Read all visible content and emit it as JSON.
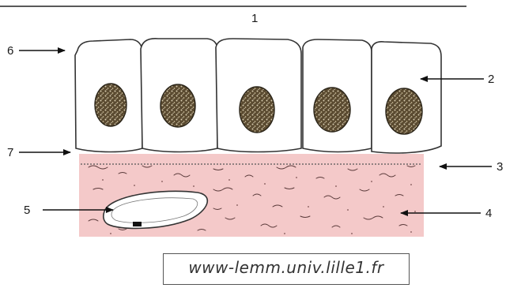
{
  "labels": {
    "l1": "1",
    "l2": "2",
    "l3": "3",
    "l4": "4",
    "l5": "5",
    "l6": "6",
    "l7": "7"
  },
  "credit": "www-lemm.univ.lille1.fr",
  "colors": {
    "connective_tissue": "#f4c9c9",
    "nucleus": "#6b5a3a",
    "cell_fill": "#ffffff",
    "outline": "#333333"
  }
}
